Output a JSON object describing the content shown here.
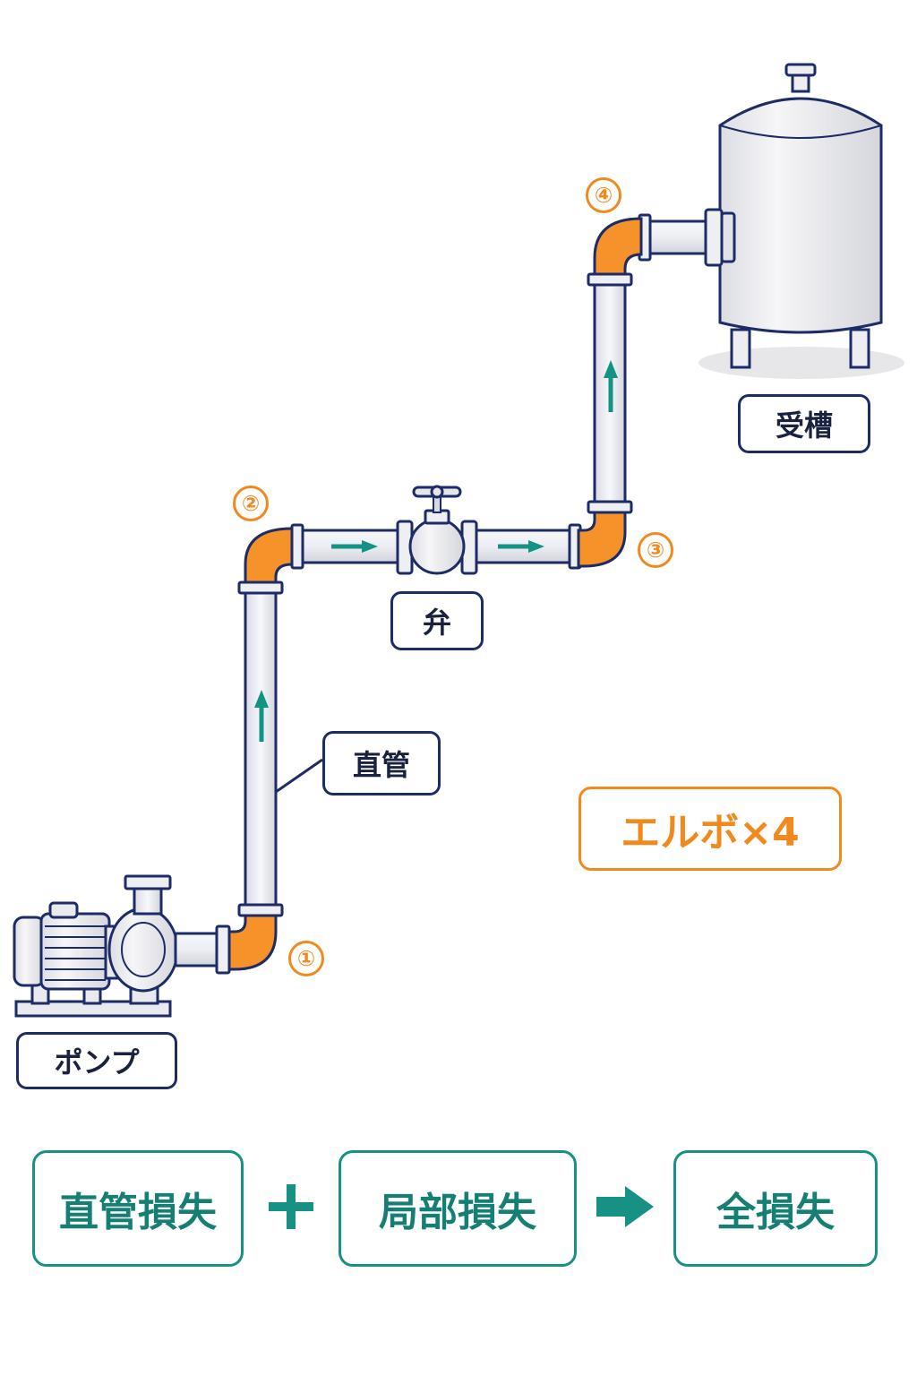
{
  "labels": {
    "pump": "ポンプ",
    "straight_pipe": "直管",
    "valve": "弁",
    "tank": "受槽"
  },
  "elbows": {
    "e1": "①",
    "e2": "②",
    "e3": "③",
    "e4": "④",
    "summary": "エルボ×4"
  },
  "equation": {
    "term1": "直管損失",
    "term2": "局部損失",
    "result": "全損失"
  },
  "colors": {
    "outline": "#1d2b66",
    "elbow": "#f5922a",
    "flow_arrow": "#129384",
    "pipe_fill": "#eeeff3"
  }
}
